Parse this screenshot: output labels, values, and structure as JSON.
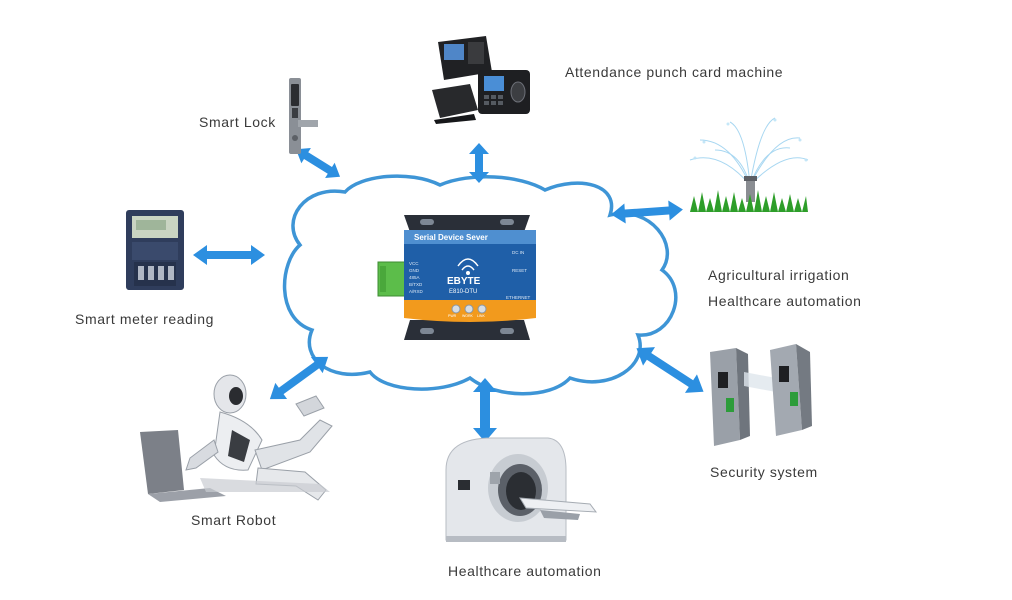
{
  "central_device": {
    "title": "Serial Device Sever",
    "brand": "EBYTE",
    "model": "E810-DTU",
    "left_pins": [
      "VCC",
      "GND",
      "485A",
      "B/TXD",
      "A/RXD"
    ],
    "right_labels": [
      "DC IN",
      "RESET",
      "ETHERNET"
    ],
    "leds": [
      "PWR",
      "WORK",
      "LINK"
    ]
  },
  "labels": {
    "attendance": "Attendance punch card machine",
    "smart_lock": "Smart Lock",
    "smart_meter": "Smart meter reading",
    "agri": "Agricultural irrigation",
    "healthcare_right": "Healthcare automation",
    "security": "Security system",
    "smart_robot": "Smart Robot",
    "healthcare_bottom": "Healthcare automation"
  },
  "colors": {
    "cloud_stroke": "#3e95d6",
    "arrow": "#2c8fe0",
    "device_blue": "#1f5fa8",
    "device_orange": "#f29a1d",
    "grass": "#2e9e2a"
  }
}
